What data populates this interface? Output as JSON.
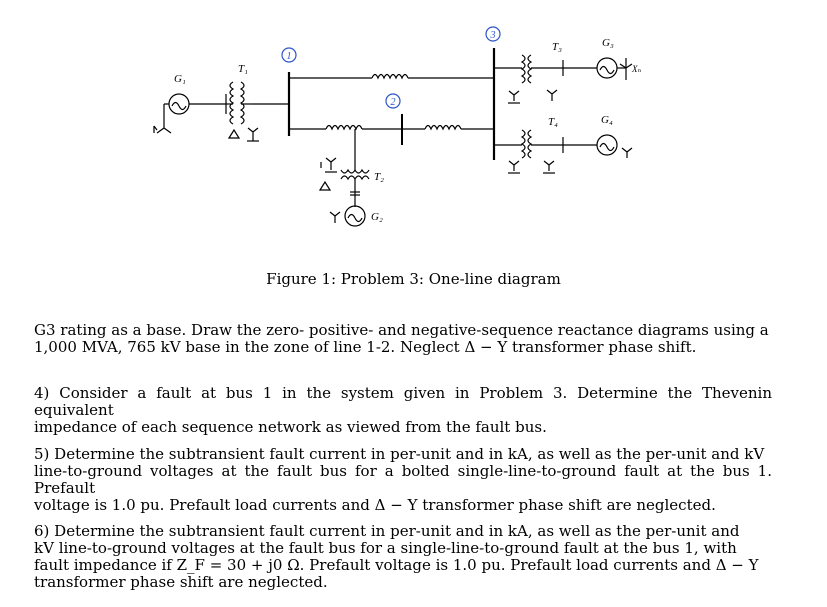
{
  "figure": {
    "caption": "Figure 1: Problem 3: One-line diagram",
    "labels": {
      "bus1": "1",
      "bus2": "2",
      "bus3": "3",
      "G1": "G₁",
      "G2": "G₂",
      "G3": "G₃",
      "G4": "G₄",
      "T1": "T₁",
      "T2": "T₂",
      "T3": "T₃",
      "T4": "T₄",
      "Xn": "Xₙ"
    }
  },
  "paragraphs": [
    {
      "lines": [
        "G3 rating as a base. Draw the zero- positive- and negative-sequence reactance diagrams using a",
        "1,000 MVA, 765 kV base in the zone of line 1-2. Neglect Δ − Y transformer phase shift."
      ]
    },
    {
      "lines": [
        "4) Consider a fault at bus 1 in the system given in Problem 3. Determine the Thevenin equivalent",
        "impedance of each sequence network as viewed from the fault bus."
      ]
    },
    {
      "lines": [
        "5) Determine the subtransient fault current in per-unit and in kA, as well as the per-unit and kV",
        "line-to-ground voltages at the fault bus for a bolted single-line-to-ground fault at the bus 1. Prefault",
        "voltage is 1.0 pu. Prefault load currents and Δ − Y transformer phase shift are neglected."
      ]
    },
    {
      "lines": [
        "6) Determine the subtransient fault current in per-unit and in kA, as well as the per-unit and",
        "kV line-to-ground voltages at the fault bus for a single-line-to-ground fault at the bus 1, with",
        "fault impedance if Z_F = 30 + j0 Ω. Prefault voltage is 1.0 pu. Prefault load currents and Δ − Y",
        "transformer phase shift are neglected."
      ]
    }
  ]
}
